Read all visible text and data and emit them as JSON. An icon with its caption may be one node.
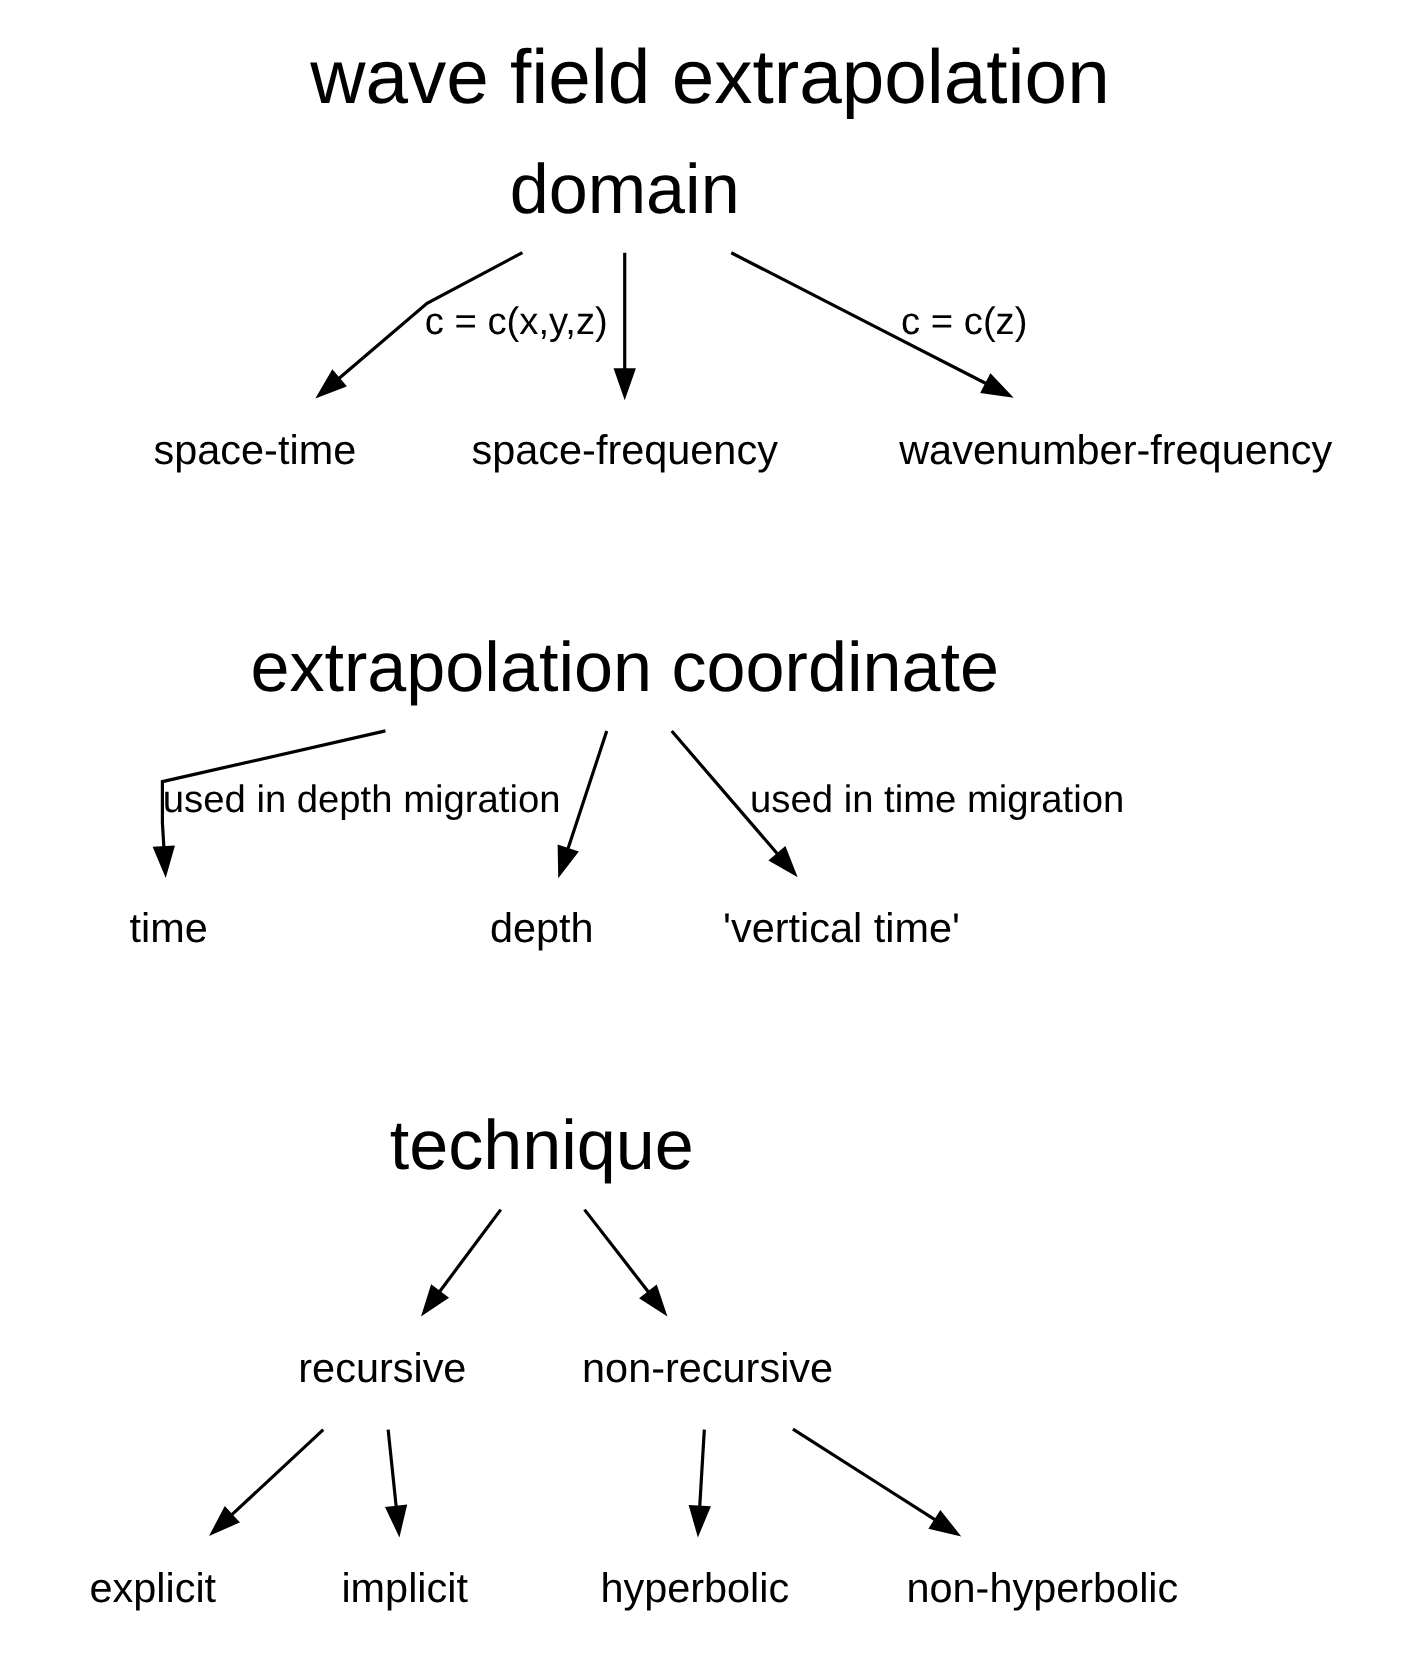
{
  "diagram": {
    "title": "wave field extrapolation",
    "nodes": [
      {
        "text": [
          "domain"
        ]
      },
      {
        "text": [
          "space-time"
        ]
      },
      {
        "text": [
          "space-frequency"
        ]
      },
      {
        "text": [
          "wavenumber-frequency"
        ]
      },
      {
        "text": [
          "extrapolation coordinate"
        ]
      },
      {
        "text": [
          "time"
        ]
      },
      {
        "text": [
          "depth"
        ]
      },
      {
        "text": [
          "'vertical time'"
        ]
      },
      {
        "text": [
          "technique"
        ]
      },
      {
        "text": [
          "recursive"
        ]
      },
      {
        "text": [
          "non-recursive"
        ]
      },
      {
        "text": [
          "explicit"
        ]
      },
      {
        "text": [
          "implicit"
        ]
      },
      {
        "text": [
          "hyperbolic"
        ]
      },
      {
        "text": [
          "non-hyperbolic"
        ]
      }
    ],
    "edges": [
      {
        "from": 0,
        "to": 1,
        "arrow": "to",
        "label": "c = c(x,y,z)"
      },
      {
        "from": 0,
        "to": 2,
        "arrow": "to"
      },
      {
        "from": 0,
        "to": 3,
        "arrow": "to",
        "label": "c = c(z)"
      },
      {
        "from": 4,
        "to": 5,
        "arrow": "to",
        "label": "used in depth migration"
      },
      {
        "from": 4,
        "to": 6,
        "arrow": "to"
      },
      {
        "from": 4,
        "to": 7,
        "arrow": "to",
        "label": "used in time migration"
      },
      {
        "from": 8,
        "to": 9,
        "arrow": "to"
      },
      {
        "from": 8,
        "to": 10,
        "arrow": "to"
      },
      {
        "from": 9,
        "to": 11,
        "arrow": "to"
      },
      {
        "from": 9,
        "to": 12,
        "arrow": "to"
      },
      {
        "from": 10,
        "to": 13,
        "arrow": "to"
      },
      {
        "from": 10,
        "to": 14,
        "arrow": "to"
      }
    ]
  }
}
